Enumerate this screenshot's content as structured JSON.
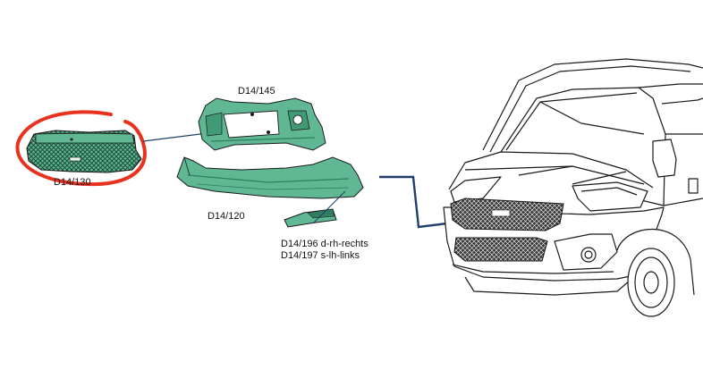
{
  "labels": {
    "grille": "D14/130",
    "carrier": "D14/145",
    "bumper": "D14/120",
    "trim_right": "D14/196 d-rh-rechts",
    "trim_left": "D14/197 s-lh-links"
  },
  "colors": {
    "part_fill": "#5fb893",
    "part_dark": "#2f7e60",
    "outline": "#1a1a1a",
    "leader_line": "#1f3f6a",
    "highlight_circle": "#e8321e"
  }
}
